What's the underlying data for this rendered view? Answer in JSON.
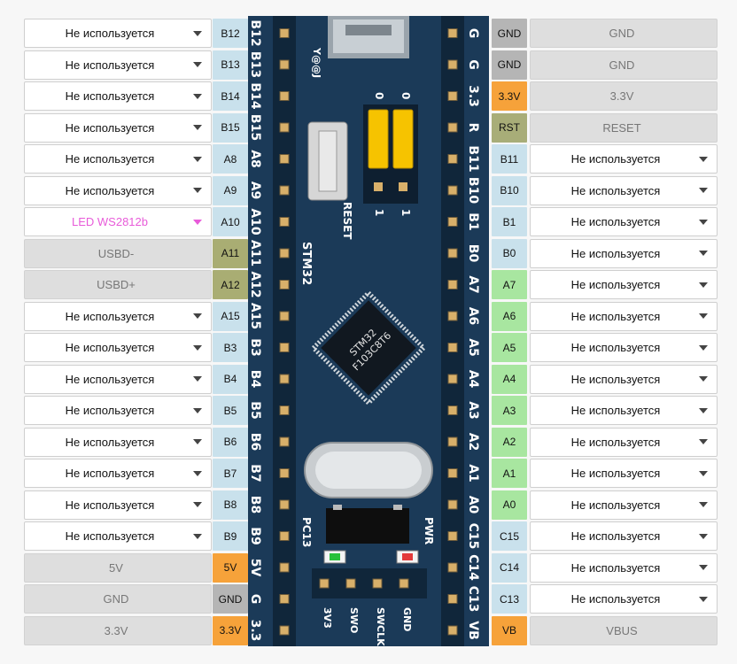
{
  "colors": {
    "pin_default": "#c9e1ec",
    "pin_green": "#a8e6a0",
    "pin_olive": "#a9ad73",
    "pin_orange": "#f6a23a",
    "pin_gray": "#b5b5b5",
    "pin_reset": "#a8ad78",
    "board": "#1b3a58",
    "header": "#10263a",
    "pink": "#e85bd9"
  },
  "board": {
    "logo": "Y@@J",
    "reset_label": "RESET",
    "chip_brand": "STM32",
    "chip_line1": "STM32",
    "chip_line2": "F103C8T6",
    "jumper_top": [
      "0",
      "0"
    ],
    "jumper_bottom": [
      "1",
      "1"
    ],
    "pc13_label": "PC13",
    "pwr_label": "PWR",
    "swd_labels": [
      "3V3",
      "SWO",
      "SWCLK",
      "GND"
    ]
  },
  "left_rows": [
    {
      "pin": "B12",
      "board_label": "B12",
      "value": "Не используется",
      "kind": "dropdown",
      "color": "default"
    },
    {
      "pin": "B13",
      "board_label": "B13",
      "value": "Не используется",
      "kind": "dropdown",
      "color": "default"
    },
    {
      "pin": "B14",
      "board_label": "B14",
      "value": "Не используется",
      "kind": "dropdown",
      "color": "default"
    },
    {
      "pin": "B15",
      "board_label": "B15",
      "value": "Не используется",
      "kind": "dropdown",
      "color": "default"
    },
    {
      "pin": "A8",
      "board_label": "A8",
      "value": "Не используется",
      "kind": "dropdown",
      "color": "default"
    },
    {
      "pin": "A9",
      "board_label": "A9",
      "value": "Не используется",
      "kind": "dropdown",
      "color": "default"
    },
    {
      "pin": "A10",
      "board_label": "A10",
      "value": "LED WS2812b",
      "kind": "dropdown-pink",
      "color": "default"
    },
    {
      "pin": "A11",
      "board_label": "A11",
      "value": "USBD-",
      "kind": "fixed",
      "color": "olive"
    },
    {
      "pin": "A12",
      "board_label": "A12",
      "value": "USBD+",
      "kind": "fixed",
      "color": "olive"
    },
    {
      "pin": "A15",
      "board_label": "A15",
      "value": "Не используется",
      "kind": "dropdown",
      "color": "default"
    },
    {
      "pin": "B3",
      "board_label": "B3",
      "value": "Не используется",
      "kind": "dropdown",
      "color": "default"
    },
    {
      "pin": "B4",
      "board_label": "B4",
      "value": "Не используется",
      "kind": "dropdown",
      "color": "default"
    },
    {
      "pin": "B5",
      "board_label": "B5",
      "value": "Не используется",
      "kind": "dropdown",
      "color": "default"
    },
    {
      "pin": "B6",
      "board_label": "B6",
      "value": "Не используется",
      "kind": "dropdown",
      "color": "default"
    },
    {
      "pin": "B7",
      "board_label": "B7",
      "value": "Не используется",
      "kind": "dropdown",
      "color": "default"
    },
    {
      "pin": "B8",
      "board_label": "B8",
      "value": "Не используется",
      "kind": "dropdown",
      "color": "default"
    },
    {
      "pin": "B9",
      "board_label": "B9",
      "value": "Не используется",
      "kind": "dropdown",
      "color": "default"
    },
    {
      "pin": "5V",
      "board_label": "5V",
      "value": "5V",
      "kind": "fixed",
      "color": "orange"
    },
    {
      "pin": "GND",
      "board_label": "G",
      "value": "GND",
      "kind": "fixed",
      "color": "gray"
    },
    {
      "pin": "3.3V",
      "board_label": "3.3",
      "value": "3.3V",
      "kind": "fixed",
      "color": "orange"
    }
  ],
  "right_rows": [
    {
      "pin": "GND",
      "board_label": "G",
      "value": "GND",
      "kind": "fixed",
      "color": "gray"
    },
    {
      "pin": "GND",
      "board_label": "G",
      "value": "GND",
      "kind": "fixed",
      "color": "gray"
    },
    {
      "pin": "3.3V",
      "board_label": "3.3",
      "value": "3.3V",
      "kind": "fixed",
      "color": "orange"
    },
    {
      "pin": "RST",
      "board_label": "R",
      "value": "RESET",
      "kind": "fixed",
      "color": "reset"
    },
    {
      "pin": "B11",
      "board_label": "B11",
      "value": "Не используется",
      "kind": "dropdown",
      "color": "default"
    },
    {
      "pin": "B10",
      "board_label": "B10",
      "value": "Не используется",
      "kind": "dropdown",
      "color": "default"
    },
    {
      "pin": "B1",
      "board_label": "B1",
      "value": "Не используется",
      "kind": "dropdown",
      "color": "default"
    },
    {
      "pin": "B0",
      "board_label": "B0",
      "value": "Не используется",
      "kind": "dropdown",
      "color": "default"
    },
    {
      "pin": "A7",
      "board_label": "A7",
      "value": "Не используется",
      "kind": "dropdown",
      "color": "green"
    },
    {
      "pin": "A6",
      "board_label": "A6",
      "value": "Не используется",
      "kind": "dropdown",
      "color": "green"
    },
    {
      "pin": "A5",
      "board_label": "A5",
      "value": "Не используется",
      "kind": "dropdown",
      "color": "green"
    },
    {
      "pin": "A4",
      "board_label": "A4",
      "value": "Не используется",
      "kind": "dropdown",
      "color": "green"
    },
    {
      "pin": "A3",
      "board_label": "A3",
      "value": "Не используется",
      "kind": "dropdown",
      "color": "green"
    },
    {
      "pin": "A2",
      "board_label": "A2",
      "value": "Не используется",
      "kind": "dropdown",
      "color": "green"
    },
    {
      "pin": "A1",
      "board_label": "A1",
      "value": "Не используется",
      "kind": "dropdown",
      "color": "green"
    },
    {
      "pin": "A0",
      "board_label": "A0",
      "value": "Не используется",
      "kind": "dropdown",
      "color": "green"
    },
    {
      "pin": "C15",
      "board_label": "C15",
      "value": "Не используется",
      "kind": "dropdown",
      "color": "default"
    },
    {
      "pin": "C14",
      "board_label": "C14",
      "value": "Не используется",
      "kind": "dropdown",
      "color": "default"
    },
    {
      "pin": "C13",
      "board_label": "C13",
      "value": "Не используется",
      "kind": "dropdown",
      "color": "default"
    },
    {
      "pin": "VB",
      "board_label": "VB",
      "value": "VBUS",
      "kind": "fixed",
      "color": "orange"
    }
  ]
}
